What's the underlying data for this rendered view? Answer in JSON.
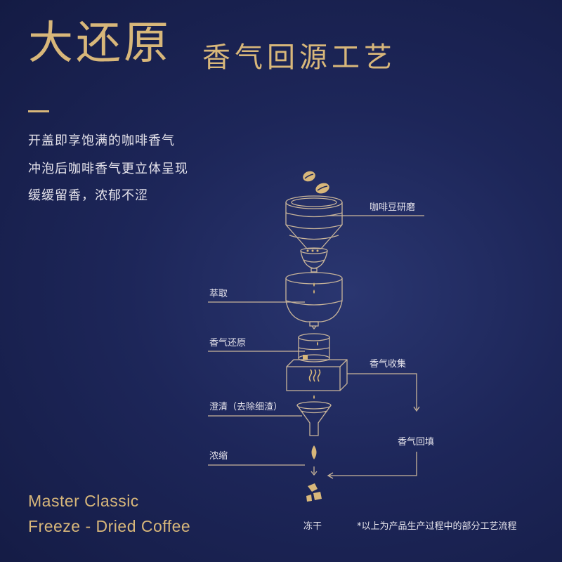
{
  "title": {
    "main": "大还原",
    "sub": "香气回源工艺"
  },
  "description": [
    "开盖即享饱满的咖啡香气",
    "冲泡后咖啡香气更立体呈现",
    "缓缓留香，浓郁不涩"
  ],
  "english": [
    "Master Classic",
    "Freeze - Dried Coffee"
  ],
  "steps": {
    "grind": "咖啡豆研磨",
    "extract": "萃取",
    "aroma_restore": "香气还原",
    "aroma_collect": "香气收集",
    "clarify": "澄清（去除细渣）",
    "aroma_refill": "香气回填",
    "concentrate": "浓缩",
    "freeze_dry": "冻干"
  },
  "footnote": "*以上为产品生产过程中的部分工艺流程",
  "colors": {
    "gold": "#d8b77a",
    "background": "#1d2659",
    "line": "#c9b59a"
  }
}
